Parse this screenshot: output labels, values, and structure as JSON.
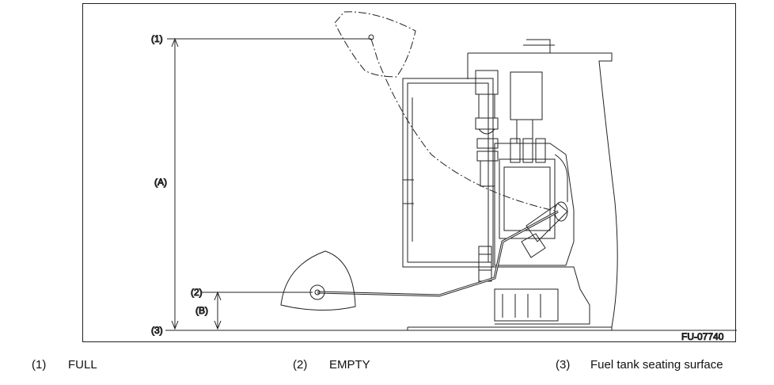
{
  "figure": {
    "callouts": {
      "full": "(1)",
      "empty": "(2)",
      "seat": "(3)",
      "dim_a": "(A)",
      "dim_b": "(B)"
    },
    "figure_code": "FU-07740"
  },
  "legend": [
    {
      "number": "(1)",
      "text": "FULL"
    },
    {
      "number": "(2)",
      "text": "EMPTY"
    },
    {
      "number": "(3)",
      "text": "Fuel tank seating surface"
    }
  ]
}
